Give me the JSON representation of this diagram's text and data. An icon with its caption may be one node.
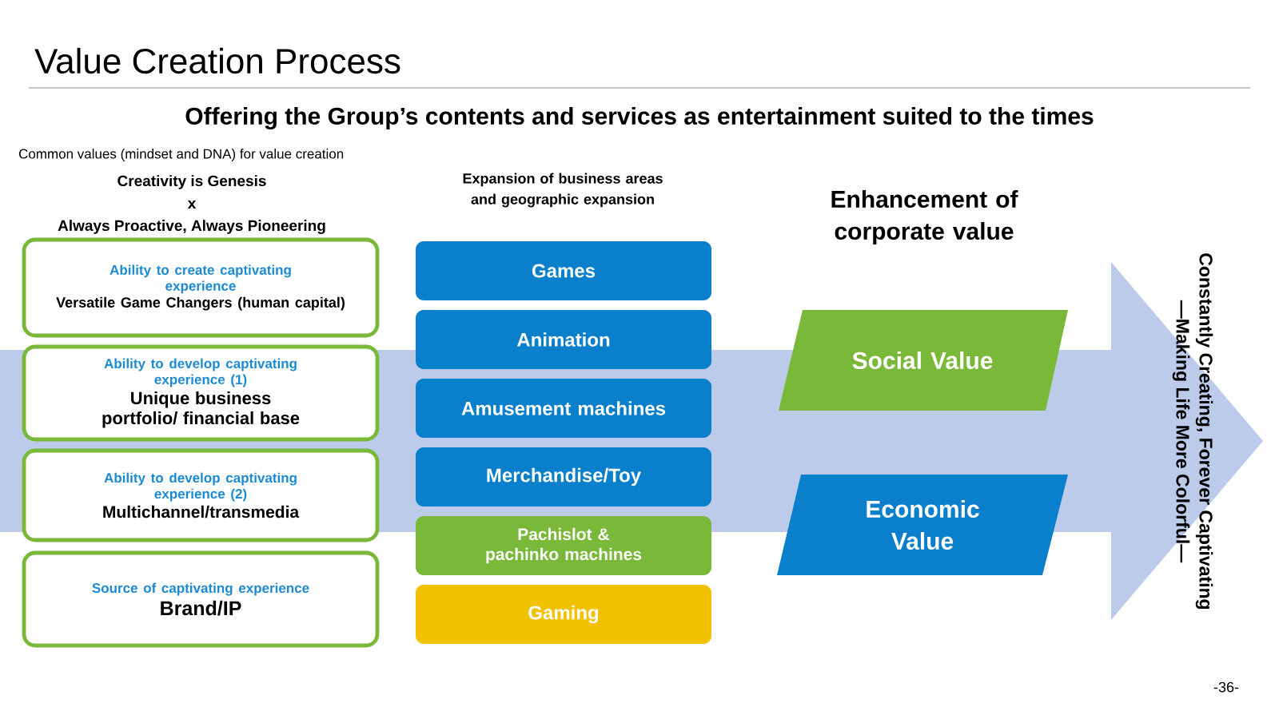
{
  "diagram": {
    "title": "Value Creation Process",
    "nodes": [
      {
        "text": [
          "Ability to create captivating experience",
          "Versatile Game Changers (human capital)"
        ]
      },
      {
        "text": [
          "Ability to develop captivating experience (1)",
          "Unique business portfolio/ financial base"
        ]
      },
      {
        "text": [
          "Ability to develop captivating experience (2)",
          "Multichannel/transmedia"
        ]
      },
      {
        "text": [
          "Source of captivating experience",
          "Brand/IP"
        ]
      },
      {
        "text": [
          "Games"
        ]
      },
      {
        "text": [
          "Animation"
        ]
      },
      {
        "text": [
          "Amusement machines"
        ]
      },
      {
        "text": [
          "Merchandise/Toy"
        ]
      },
      {
        "text": [
          "Pachislot & pachinko machines"
        ]
      },
      {
        "text": [
          "Gaming"
        ]
      },
      {
        "text": [
          "Social Value"
        ]
      },
      {
        "text": [
          "Economic Value"
        ]
      },
      {
        "text": [
          "Constantly Creating, Forever Captivating",
          "—Making Life More Colorful—"
        ]
      }
    ],
    "edges": [
      {
        "from": null,
        "to": 12,
        "arrow": "to"
      }
    ],
    "labels": [
      "Offering the Group’s contents and services as entertainment suited to the times",
      "Common values (mindset and DNA) for value creation",
      "Creativity is Genesis",
      "x",
      "Always Proactive, Always Pioneering",
      "Expansion of business areas and geographic expansion",
      "Enhancement of corporate value",
      "-36-"
    ]
  }
}
